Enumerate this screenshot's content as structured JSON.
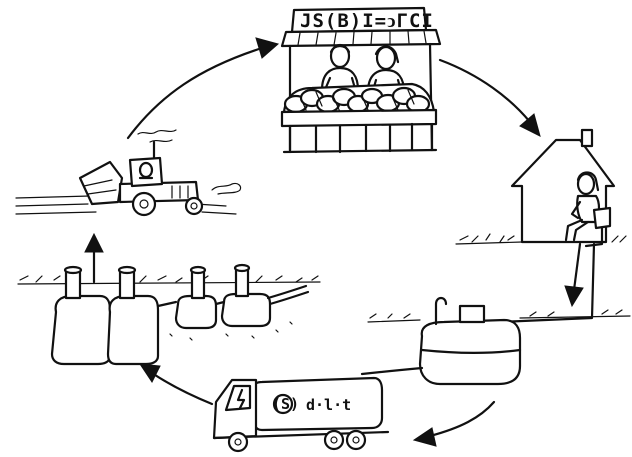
{
  "diagram": {
    "market_sign": "JS(B)I=ↄΓCI",
    "truck_logo": "(S)",
    "truck_lettering": "d·l·t"
  },
  "colors": {
    "ink": "#111111",
    "background": "#ffffff"
  }
}
